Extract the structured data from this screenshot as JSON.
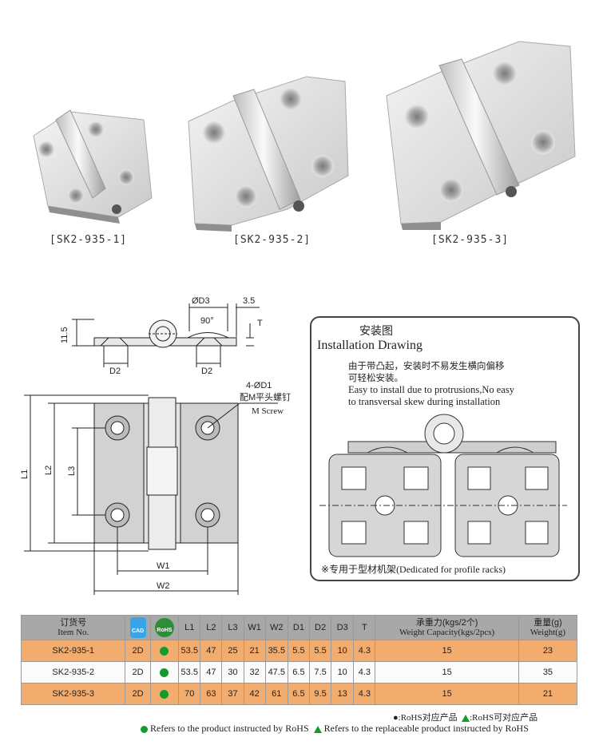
{
  "products": [
    {
      "caption": "[SK2-935-1]"
    },
    {
      "caption": "[SK2-935-2]"
    },
    {
      "caption": "[SK2-935-3]"
    }
  ],
  "drawing": {
    "d3": "ØD3",
    "d35": "3.5",
    "h115": "11.5",
    "angle": "90°",
    "t": "T",
    "d2a": "D2",
    "d2b": "D2",
    "screw_qty": "4-ØD1",
    "screw_cn": "配M平头螺钉",
    "screw_en": "M Screw",
    "l1": "L1",
    "l2": "L2",
    "l3": "L3",
    "w1": "W1",
    "w2": "W2"
  },
  "install": {
    "title_cn": "安装图",
    "title_en": "Installation Drawing",
    "note_cn_1": "由于带凸起，安装时不易发生横向偏移",
    "note_cn_2": "可轻松安装。",
    "note_en_1": "Easy to install due to protrusions,No easy",
    "note_en_2": "to transversal skew during installation",
    "footer_cn": "※专用于型材机架",
    "footer_en": "(Dedicated for profile racks)"
  },
  "table": {
    "header": {
      "item_cn": "订货号",
      "item_en": "Item No.",
      "cad": "CAD",
      "rohs": "RoHS",
      "l1": "L1",
      "l2": "L2",
      "l3": "L3",
      "w1": "W1",
      "w2": "W2",
      "d1": "D1",
      "d2": "D2",
      "d3": "D3",
      "t": "T",
      "cap_cn": "承重力(kgs/2个)",
      "cap_en": "Weight Capacity(kgs/2pcs)",
      "weight_cn": "重量(g)",
      "weight_en": "Weight(g)"
    },
    "rows": [
      {
        "item": "SK2-935-1",
        "cad": "2D",
        "rohs": "●",
        "l1": "53.5",
        "l2": "47",
        "l3": "25",
        "w1": "21",
        "w2": "35.5",
        "d1": "5.5",
        "d2": "5.5",
        "d3": "10",
        "t": "4.3",
        "capacity": "15",
        "weight": "23"
      },
      {
        "item": "SK2-935-2",
        "cad": "2D",
        "rohs": "●",
        "l1": "53.5",
        "l2": "47",
        "l3": "30",
        "w1": "32",
        "w2": "47.5",
        "d1": "6.5",
        "d2": "7.5",
        "d3": "10",
        "t": "4.3",
        "capacity": "15",
        "weight": "35"
      },
      {
        "item": "SK2-935-3",
        "cad": "2D",
        "rohs": "●",
        "l1": "70",
        "l2": "63",
        "l3": "37",
        "w1": "42",
        "w2": "61",
        "d1": "6.5",
        "d2": "9.5",
        "d3": "13",
        "t": "4.3",
        "capacity": "15",
        "weight": "21"
      }
    ]
  },
  "legend": {
    "cn_dot": "●:RoHS对应产品",
    "cn_tri": ":RoHS可对应产品",
    "en_dot": "Refers to the product instructed by RoHS",
    "en_tri": "Refers to the replaceable product instructed by RoHS"
  },
  "colors": {
    "orange_row": "#f1ac6e",
    "header_gray": "#a8a8a8",
    "rohs_green": "#159a2c"
  }
}
